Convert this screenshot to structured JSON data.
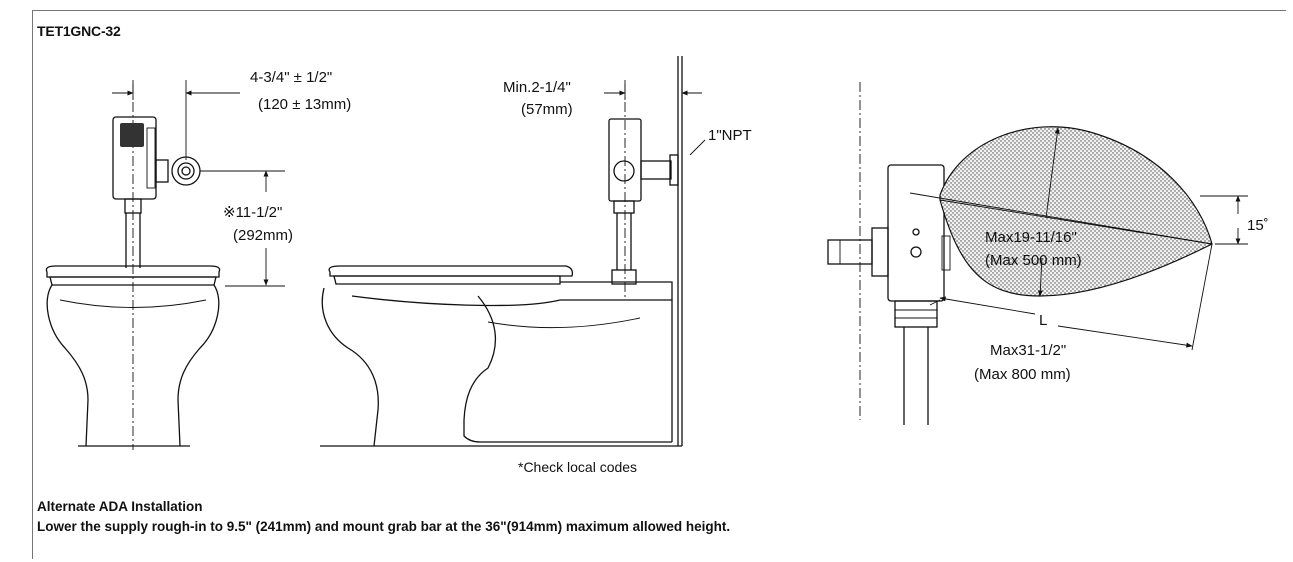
{
  "model": "TET1GNC-32",
  "dimensions": {
    "offset_in": "4-3/4\" ± 1/2\"",
    "offset_mm": "(120 ± 13mm)",
    "height_in": "※11-1/2\"",
    "height_mm": "(292mm)",
    "min_in": "Min.2-1/4\"",
    "min_mm": "(57mm)",
    "npt": "1\"NPT",
    "angle": "15˚",
    "range_in": "Max19-11/16\"",
    "range_mm": "(Max 500 mm)",
    "l_label": "L",
    "l_in": "Max31-1/2\"",
    "l_mm": "(Max 800 mm)"
  },
  "check_codes": "*Check local codes",
  "note": {
    "title": "Alternate ADA Installation",
    "text": "Lower the supply rough-in to 9.5\" (241mm) and mount grab bar at the 36\"(914mm) maximum allowed height."
  }
}
